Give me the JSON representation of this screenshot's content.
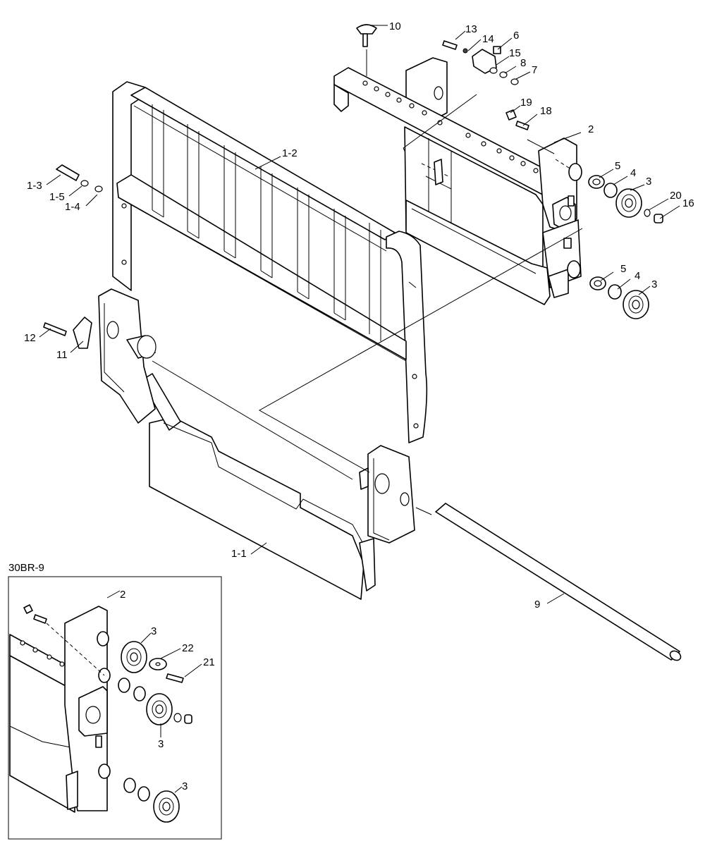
{
  "callouts": {
    "c10": "10",
    "c13": "13",
    "c14": "14",
    "c6": "6",
    "c15": "15",
    "c8": "8",
    "c7": "7",
    "c19": "19",
    "c18": "18",
    "c2": "2",
    "c5a": "5",
    "c4a": "4",
    "c3a": "3",
    "c20": "20",
    "c16": "16",
    "c5b": "5",
    "c4b": "4",
    "c3b": "3",
    "c1_2": "1-2",
    "c1_3": "1-3",
    "c1_5": "1-5",
    "c1_4": "1-4",
    "c12": "12",
    "c11": "11",
    "c1_1": "1-1",
    "c9": "9"
  },
  "inset": {
    "title": "30BR-9",
    "c2": "2",
    "c3a": "3",
    "c22": "22",
    "c21": "21",
    "c3b": "3",
    "c3c": "3"
  }
}
